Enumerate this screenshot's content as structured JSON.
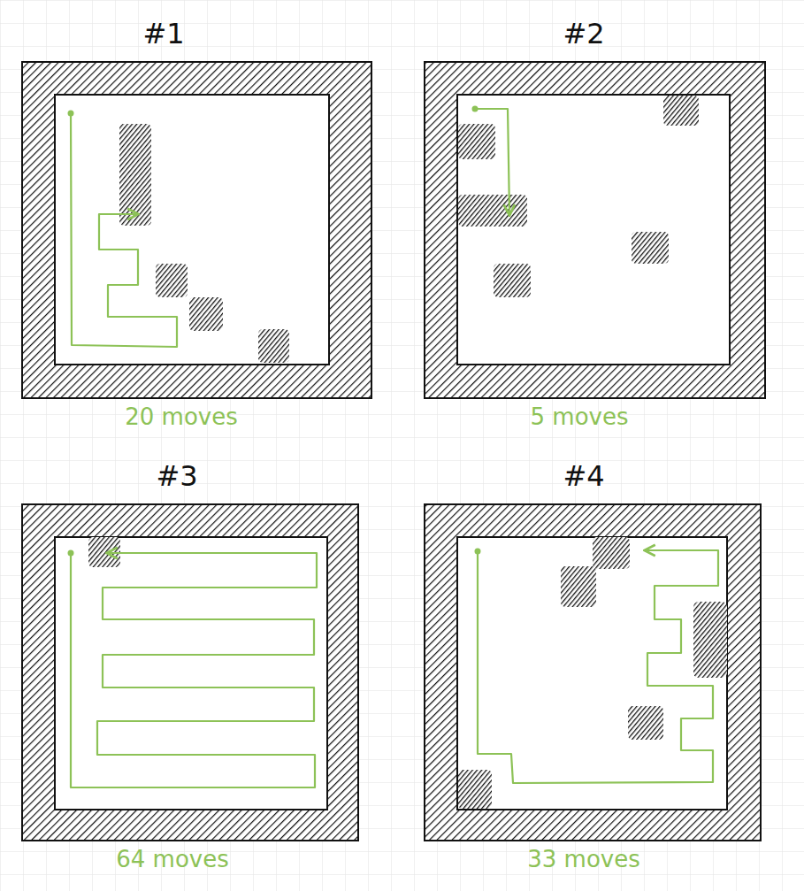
{
  "diagram": {
    "labels": [
      "#1",
      "20 moves",
      "#2",
      "5 moves",
      "#3",
      "64 moves",
      "#4",
      "33 moves"
    ]
  }
}
